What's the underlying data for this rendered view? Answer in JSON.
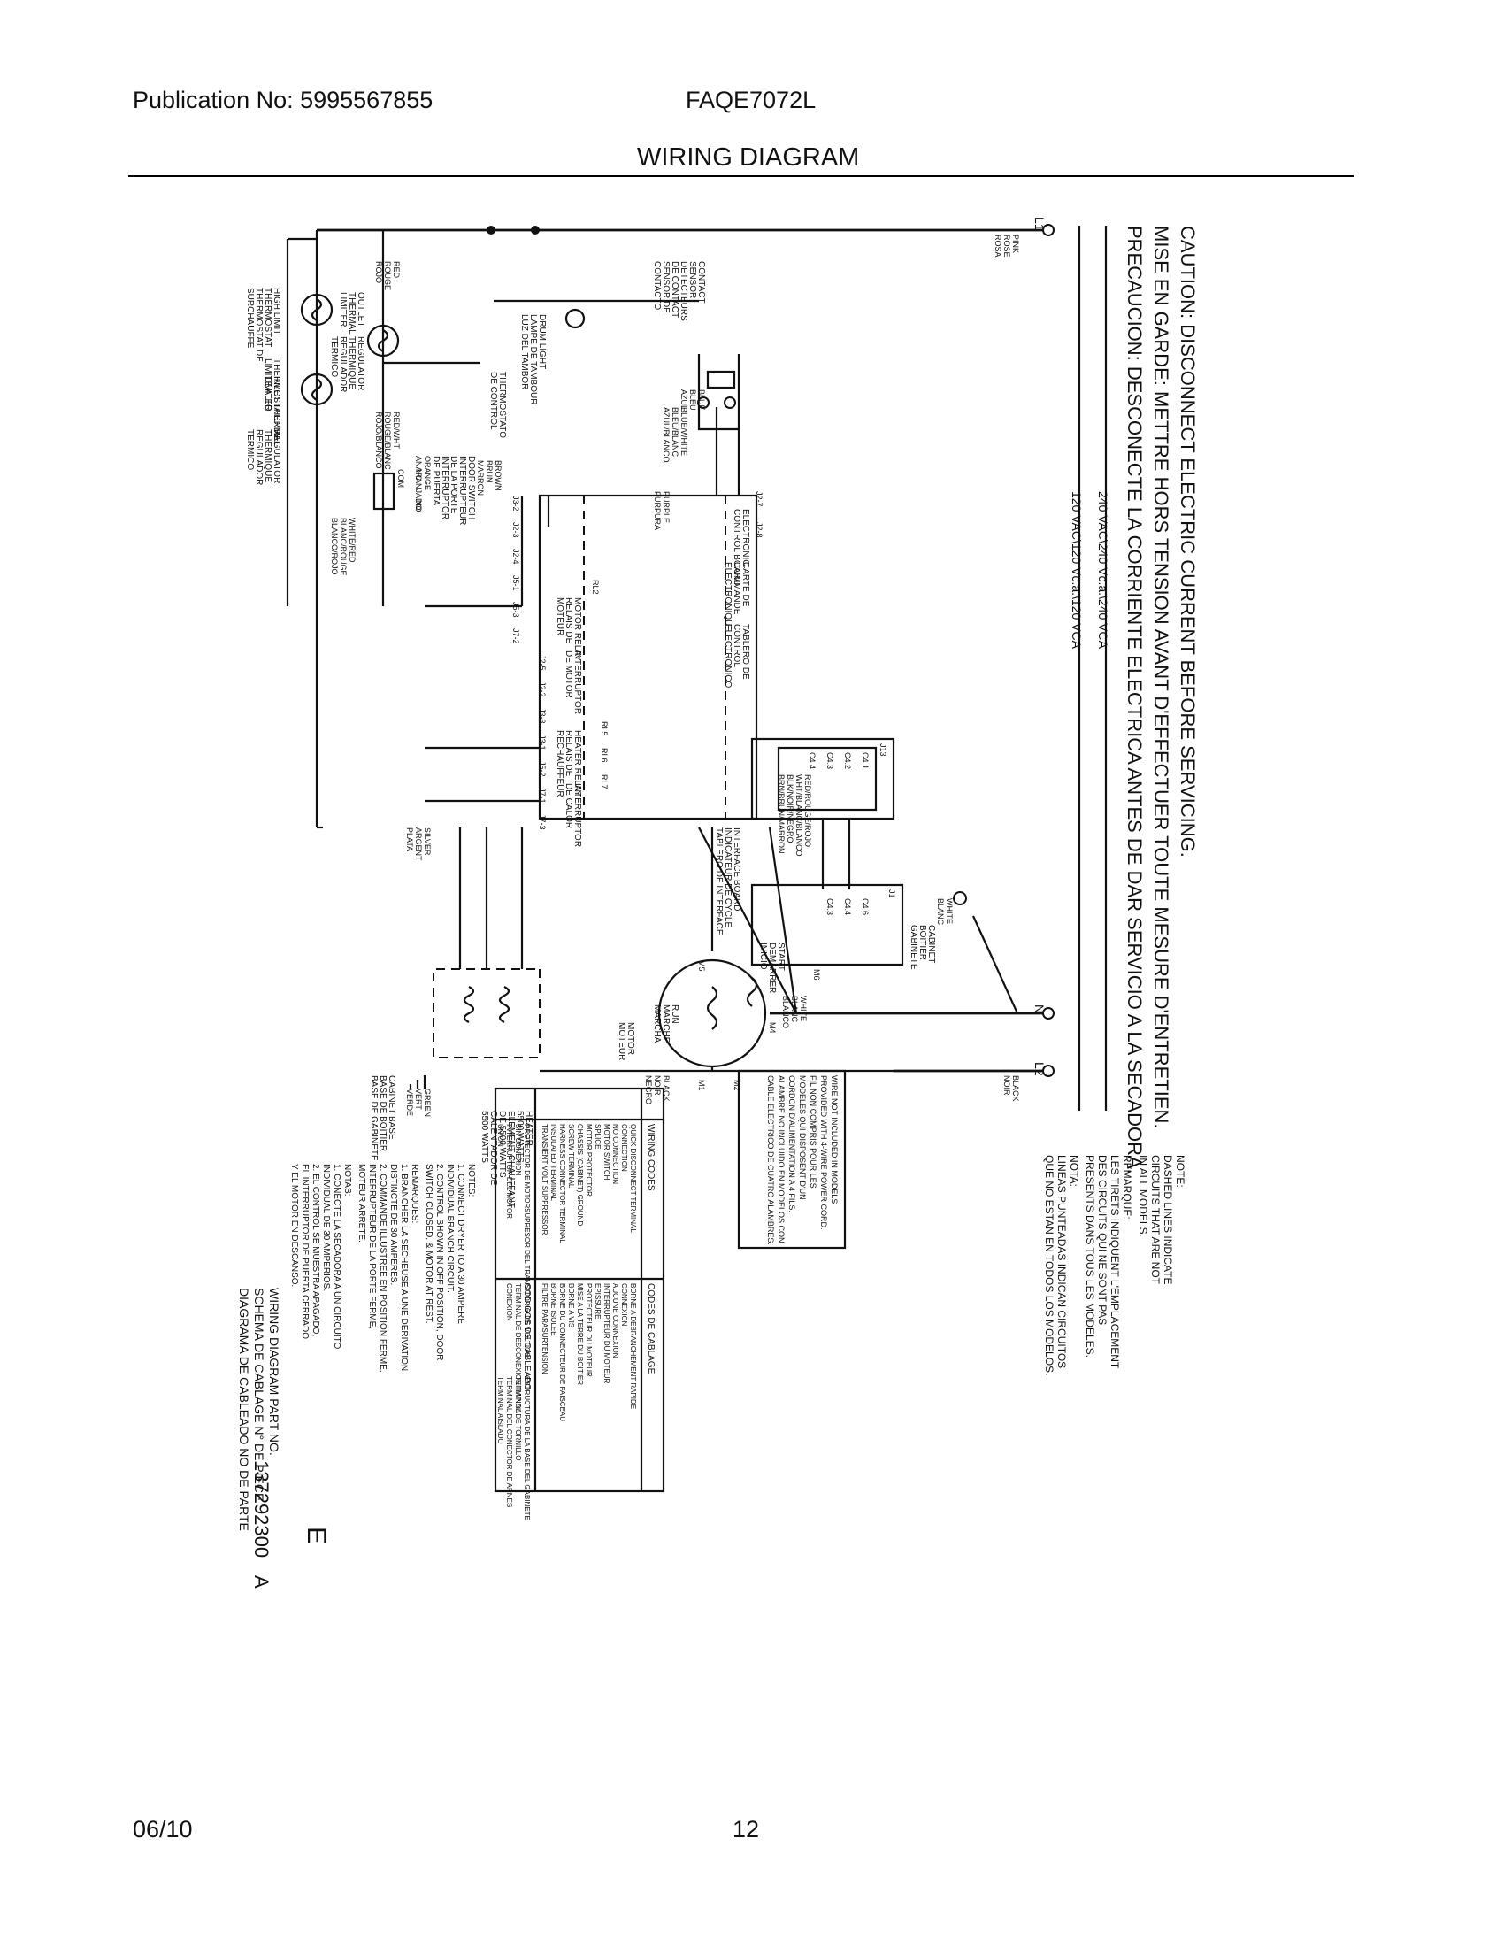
{
  "header": {
    "publication": "Publication No: 5995567855",
    "model": "FAQE7072L",
    "title": "WIRING DIAGRAM"
  },
  "footer": {
    "date": "06/10",
    "page": "12"
  },
  "diagram": {
    "caution": [
      "CAUTION: DISCONNECT ELECTRIC CURRENT BEFORE SERVICING.",
      "MISE EN GARDE: METTRE HORS TENSION AVANT D'EFFECTUER TOUTE MESURE D'ENTRETIEN.",
      "PRECAUCION: DESCONECTE LA CORRIENTE ELECTRICA ANTES DE DAR SERVICIO A LA SECADORA."
    ],
    "voltage": {
      "v240": "240 VAC\\240 Vc.a.\\240 VCA",
      "v120": "120 VAC\\120 Vc.a.\\120 VCA"
    },
    "line_labels": {
      "l1": "L1",
      "l2": "L2",
      "n": "N"
    },
    "wire_colors": {
      "pink": [
        "PINK",
        "ROSE",
        "ROSA"
      ],
      "black": [
        "BLACK",
        "NOIR"
      ],
      "black_motor": [
        "BLACK",
        "NOIR",
        "NEGRO"
      ],
      "white_n": [
        "WHITE",
        "BLANC",
        "BLANCO"
      ],
      "white_cab": [
        "WHITE",
        "BLANC"
      ],
      "red": [
        "RED",
        "ROUGE",
        "ROJO"
      ],
      "red_white": [
        "RED/WHT",
        "ROUGE/BLANC",
        "ROJO/BLANCO"
      ],
      "orange": [
        "ORANGE",
        "ANARANJADO"
      ],
      "brown": [
        "BROWN",
        "BRUN",
        "MARRON"
      ],
      "purple": [
        "PURPLE",
        "PURPURA"
      ],
      "blue": [
        "BLUE",
        "BLEU",
        "AZUL"
      ],
      "blue_white": [
        "BLUE/WHITE",
        "BLEU/BLANC",
        "AZUL/BLANCO"
      ],
      "white_red": [
        "WHITE/RED",
        "BLANC/ROUGE",
        "BLANCO/ROJO"
      ],
      "silver": [
        "SILVER",
        "ARGENT",
        "PLATA"
      ],
      "green": [
        "GREEN",
        "VERT",
        "VERDE"
      ],
      "interface_wires": [
        "RED/ROUGE/ROJO",
        "WHT/BLANC/BLANCO",
        "BLK/NOIR/NEGRO",
        "BRN/BRUN/MARRON"
      ]
    },
    "components": {
      "high_limit": [
        "HIGH LIMIT",
        "THERMOSTAT",
        "THERMOSTAT DE",
        "SURCHAUFFE",
        "THERMOSTATO DE",
        "LIMITE ALTO"
      ],
      "inlet_limiter": [
        "INLET THERMAL",
        "LIMITER",
        "REGULATOR",
        "THERMIQUE",
        "REGULADOR",
        "TERMICO"
      ],
      "outlet_limiter": [
        "OUTLET",
        "THERMAL",
        "LIMITER",
        "REGULATOR",
        "THERMIQUE",
        "REGULADOR",
        "TERMICO"
      ],
      "control_thermostat": [
        "THERMOSTATO",
        "DE CONTROL"
      ],
      "drum_light": [
        "DRUM LIGHT",
        "LAMPE DE TAMBOUR",
        "LUZ DEL TAMBOR"
      ],
      "contact_sensor": [
        "CONTACT",
        "SENSOR",
        "DETECTEURS",
        "DE CONTACT",
        "SENSOR DE",
        "CONTACTO"
      ],
      "door_switch": [
        "DOOR SWITCH",
        "INTERRUPTEUR",
        "DE LA PORTE",
        "INTERRUPTOR",
        "DE PUERTA"
      ],
      "control_board": [
        "ELECTRONIC",
        "CONTROL BOARD",
        "CARTE DE",
        "COMMANDE",
        "ELECTRONIQUE",
        "TABLERO DE",
        "CONTROL",
        "ELECTRONICO"
      ],
      "motor_relay": [
        "MOTOR RELAY",
        "RELAIS DE",
        "MOTEUR",
        "INTERRUPTOR",
        "DE MOTOR"
      ],
      "heater_relay": [
        "HEATER RELAY",
        "RELAIS DE",
        "RECHAUFFEUR",
        "INTERRUPTOR",
        "DE CALOR"
      ],
      "interface_board": [
        "INTERFACE BOARD",
        "INDICATEUR DE CYCLE",
        "TABLERO DE INTERFACE"
      ],
      "cabinet": [
        "CABINET",
        "BOITIER",
        "GABINETE"
      ],
      "cabinet_base": [
        "CABINET BASE",
        "BASE DE BOITIER",
        "BASE DE GABINETE"
      ],
      "start_winding": [
        "START",
        "DEMARRER",
        "INICIO"
      ],
      "run_winding": [
        "RUN",
        "MARCHE",
        "MARCHA"
      ],
      "motor": [
        "MOTOR",
        "MOTEUR"
      ],
      "heater": [
        "HEATER",
        "5500 WATTS",
        "ELEMENT CHAUFFANT",
        "DE 5500 WATTS",
        "CALENTADOR DE",
        "5500 WATTS"
      ]
    },
    "pins": [
      "J2-7",
      "J2-8",
      "J3-2",
      "J2-3",
      "J2-4",
      "J5-1",
      "J5-3",
      "J7-2",
      "J2-5",
      "J2-2",
      "J3-3",
      "J3-1",
      "J5-2",
      "J7-1",
      "J7-3",
      "J13",
      "J1",
      "C4.1",
      "C4.2",
      "C4.3",
      "C4.4",
      "C4.6",
      "C4.4",
      "C4.3",
      "RL2",
      "RL5",
      "RL6",
      "RL7",
      "M1",
      "M2",
      "M4",
      "M5",
      "M6",
      "COM",
      "NC",
      "NO"
    ],
    "note": [
      "NOTE:",
      "DASHED LINES INDICATE",
      "CIRCUITS THAT ARE NOT",
      "IN ALL MODELS.",
      "REMARQUE:",
      "LES TIRETS INDIQUENT L'EMPLACEMENT",
      "DES CIRCUITS QUI NE SONT PAS",
      "PRESENTS DANS TOUS LES MODELES.",
      "NOTA:",
      "LINEAS PUNTEADAS INDICAN CIRCUITOS",
      "QUE NO ESTAN EN TODOS LOS MODELOS."
    ],
    "wire_note": [
      "WIRE NOT INCLUDED IN MODELS",
      "PROVIDED WITH 4-WIRE POWER CORD.",
      "FIL NON COMPRIS POUR LES",
      "MODELES QUI DISPOSENT D'UN",
      "CORDON D'ALIMENTATION A 4 FILS.",
      "ALAMBRE NO INCLUIDO EN MODELOS CON",
      "CABLE ELECTRICO DE CUATRO ALAMBRES."
    ],
    "wiring_codes": {
      "headers": [
        "WIRING CODES",
        "CODES DE CABLAGE",
        "CODIGOS DE CABLEADO"
      ],
      "rows": [
        [
          "QUICK DISCONNECT TERMINAL",
          "BORNE A DEBRANCHEMENT RAPIDE",
          "TERMINAL DE DESCONEXION RAPIDA"
        ],
        [
          "CONNECTION",
          "CONNEXION",
          "CONEXION"
        ],
        [
          "NO CONNECTION",
          "AUCUNE CONNEXION",
          "SIN CONEXION"
        ],
        [
          "MOTOR SWITCH",
          "INTERRUPTEUR DU MOTEUR",
          "INTERRUPTOR DEL MOTOR"
        ],
        [
          "SPLICE",
          "EPISSURE",
          "UNION"
        ],
        [
          "MOTOR PROTECTOR",
          "PROTECTEUR DU MOTEUR",
          "PROTECTOR DE MOTOR"
        ],
        [
          "CHASSIS (CABINET) GROUND",
          "MISE A LA TERRE DU BOITIER",
          "ESTRUCTURA DE LA BASE DEL GABINETE"
        ],
        [
          "SCREW TERMINAL",
          "BORNE A VIS",
          "TERMINAL DE TORNILLO"
        ],
        [
          "HARNESS CONNECTOR TERMINAL",
          "BORNE DU CONNECTEUR DE FAISCEAU",
          "TERMINAL DEL CONECTOR DE ARNES"
        ],
        [
          "INSULATED TERMINAL",
          "BORNE ISOLEE",
          "TERMINAL AISLADO"
        ],
        [
          "TRANSIENT VOLT SUPPRESSOR",
          "FILTRE PARASURTENSION",
          "SUPRESOR DEL TRANSITORIO DE VOLTIOS"
        ]
      ]
    },
    "notes": [
      "NOTES:",
      "1. CONNECT DRYER TO A 30 AMPERE",
      "INDIVIDUAL BRANCH CIRCUIT.",
      "2. CONTROL SHOWN IN OFF POSITION, DOOR",
      "SWITCH CLOSED, & MOTOR AT REST.",
      "REMARQUES:",
      "1. BRANCHER LA SECHEUSE A UNE DERIVATION",
      "DISTINCTE DE 30 AMPERES.",
      "2. COMMANDE ILLUSTREE EN POSITION FERME,",
      "INTERRUPTEUR DE LA PORTE FERME,",
      "MOTEUR ARRETE.",
      "NOTAS:",
      "1. CONECTE LA SECADORA A UN CIRCUITO",
      "INDIVIDUAL DE 30 AMPERIOS.",
      "2. EL CONTROL SE MUESTRA APAGADO,",
      "EL INTERRUPTOR DE PUERTA CERRADO",
      "Y EL MOTOR EN DESCANSO."
    ],
    "part_no": [
      "WIRING DIAGRAM PART NO.",
      "SCHEMA DE CABLAGE N° DE PIECE",
      "DIAGRAMA DE CABLEADO NO DE PARTE"
    ],
    "part_number": "137292300",
    "revision": "A",
    "rev_mark": "E"
  }
}
